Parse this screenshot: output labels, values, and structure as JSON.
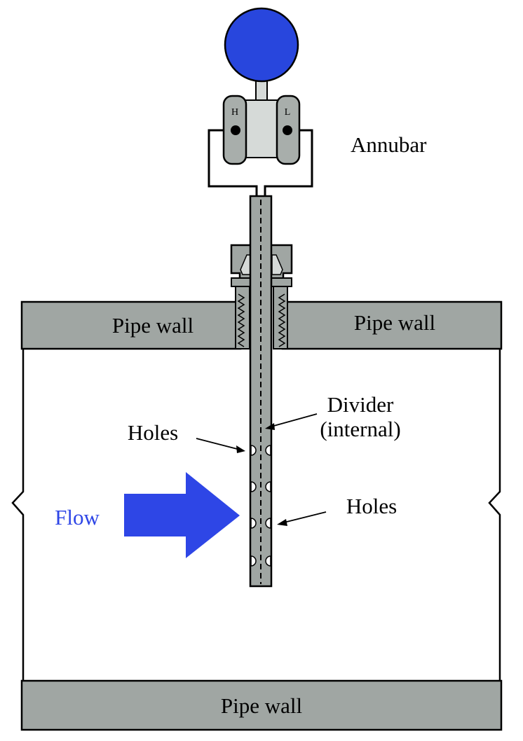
{
  "title": "Annubar",
  "labels": {
    "pipe_wall_top_left": "Pipe wall",
    "pipe_wall_top_right": "Pipe wall",
    "pipe_wall_bottom": "Pipe wall",
    "divider_line1": "Divider",
    "divider_line2": "(internal)",
    "holes_upstream": "Holes",
    "holes_downstream": "Holes",
    "flow": "Flow"
  },
  "transmitter_ports": {
    "high": "H",
    "low": "L"
  },
  "colors": {
    "pipe_wall": "#a0a6a3",
    "probe": "#a0a6a3",
    "transmitter_body": "#d6dad8",
    "transmitter_cap": "#a8aeab",
    "gauge": "#2846dd",
    "flow_arrow": "#2e46e6",
    "flow_text": "#2e46e6",
    "outline": "#000000"
  }
}
